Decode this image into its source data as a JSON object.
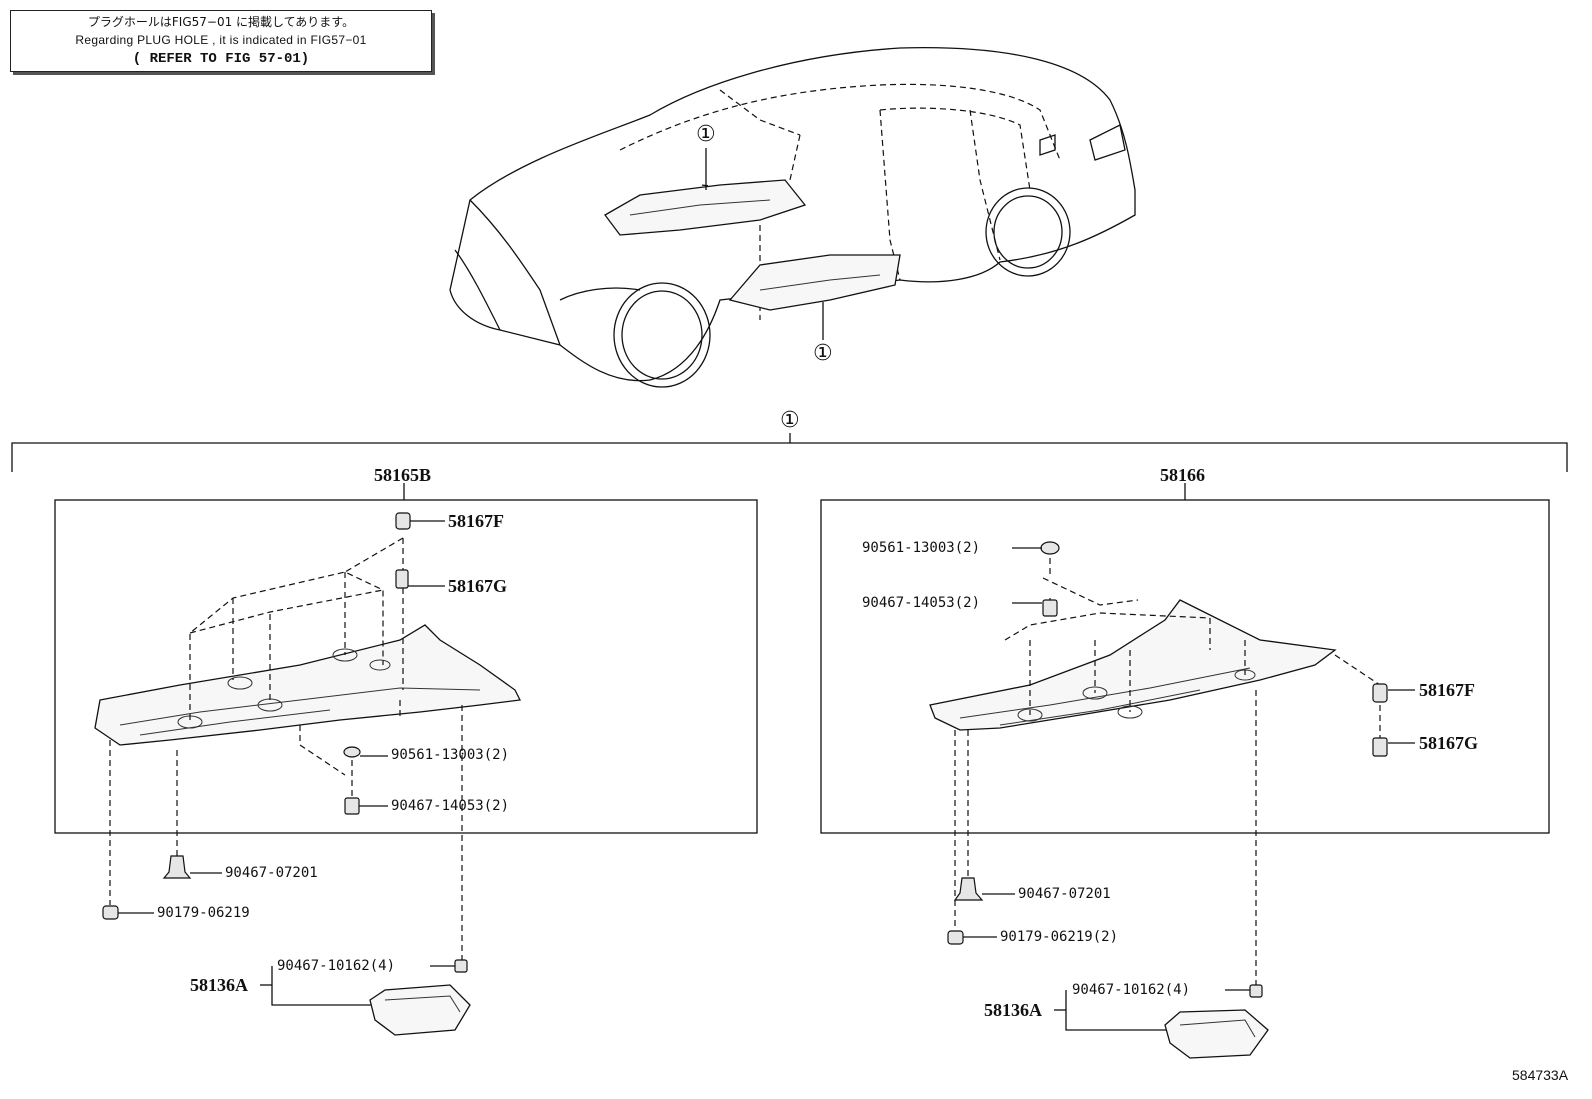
{
  "note": {
    "jp": "プラグホールはFIG57−01 に掲載してあります。",
    "en": "Regarding  PLUG HOLE  , it is  indicated  in  FIG57−01",
    "refer": "( REFER TO FIG 57-01)"
  },
  "callout_symbol": "①",
  "assemblies": {
    "left": {
      "number": "58165B"
    },
    "right": {
      "number": "58166"
    }
  },
  "left_parts": {
    "p58167F": "58167F",
    "p58167G": "58167G",
    "p90561": "90561-13003(2)",
    "p90467_14053": "90467-14053(2)",
    "p90467_07201": "90467-07201",
    "p90179": "90179-06219",
    "p90467_10162": "90467-10162(4)",
    "p58136A": "58136A"
  },
  "right_parts": {
    "p90561": "90561-13003(2)",
    "p90467_14053": "90467-14053(2)",
    "p58167F": "58167F",
    "p58167G": "58167G",
    "p90467_07201": "90467-07201",
    "p90179": "90179-06219(2)",
    "p90467_10162": "90467-10162(4)",
    "p58136A": "58136A"
  },
  "illustration_ref": "584733A"
}
